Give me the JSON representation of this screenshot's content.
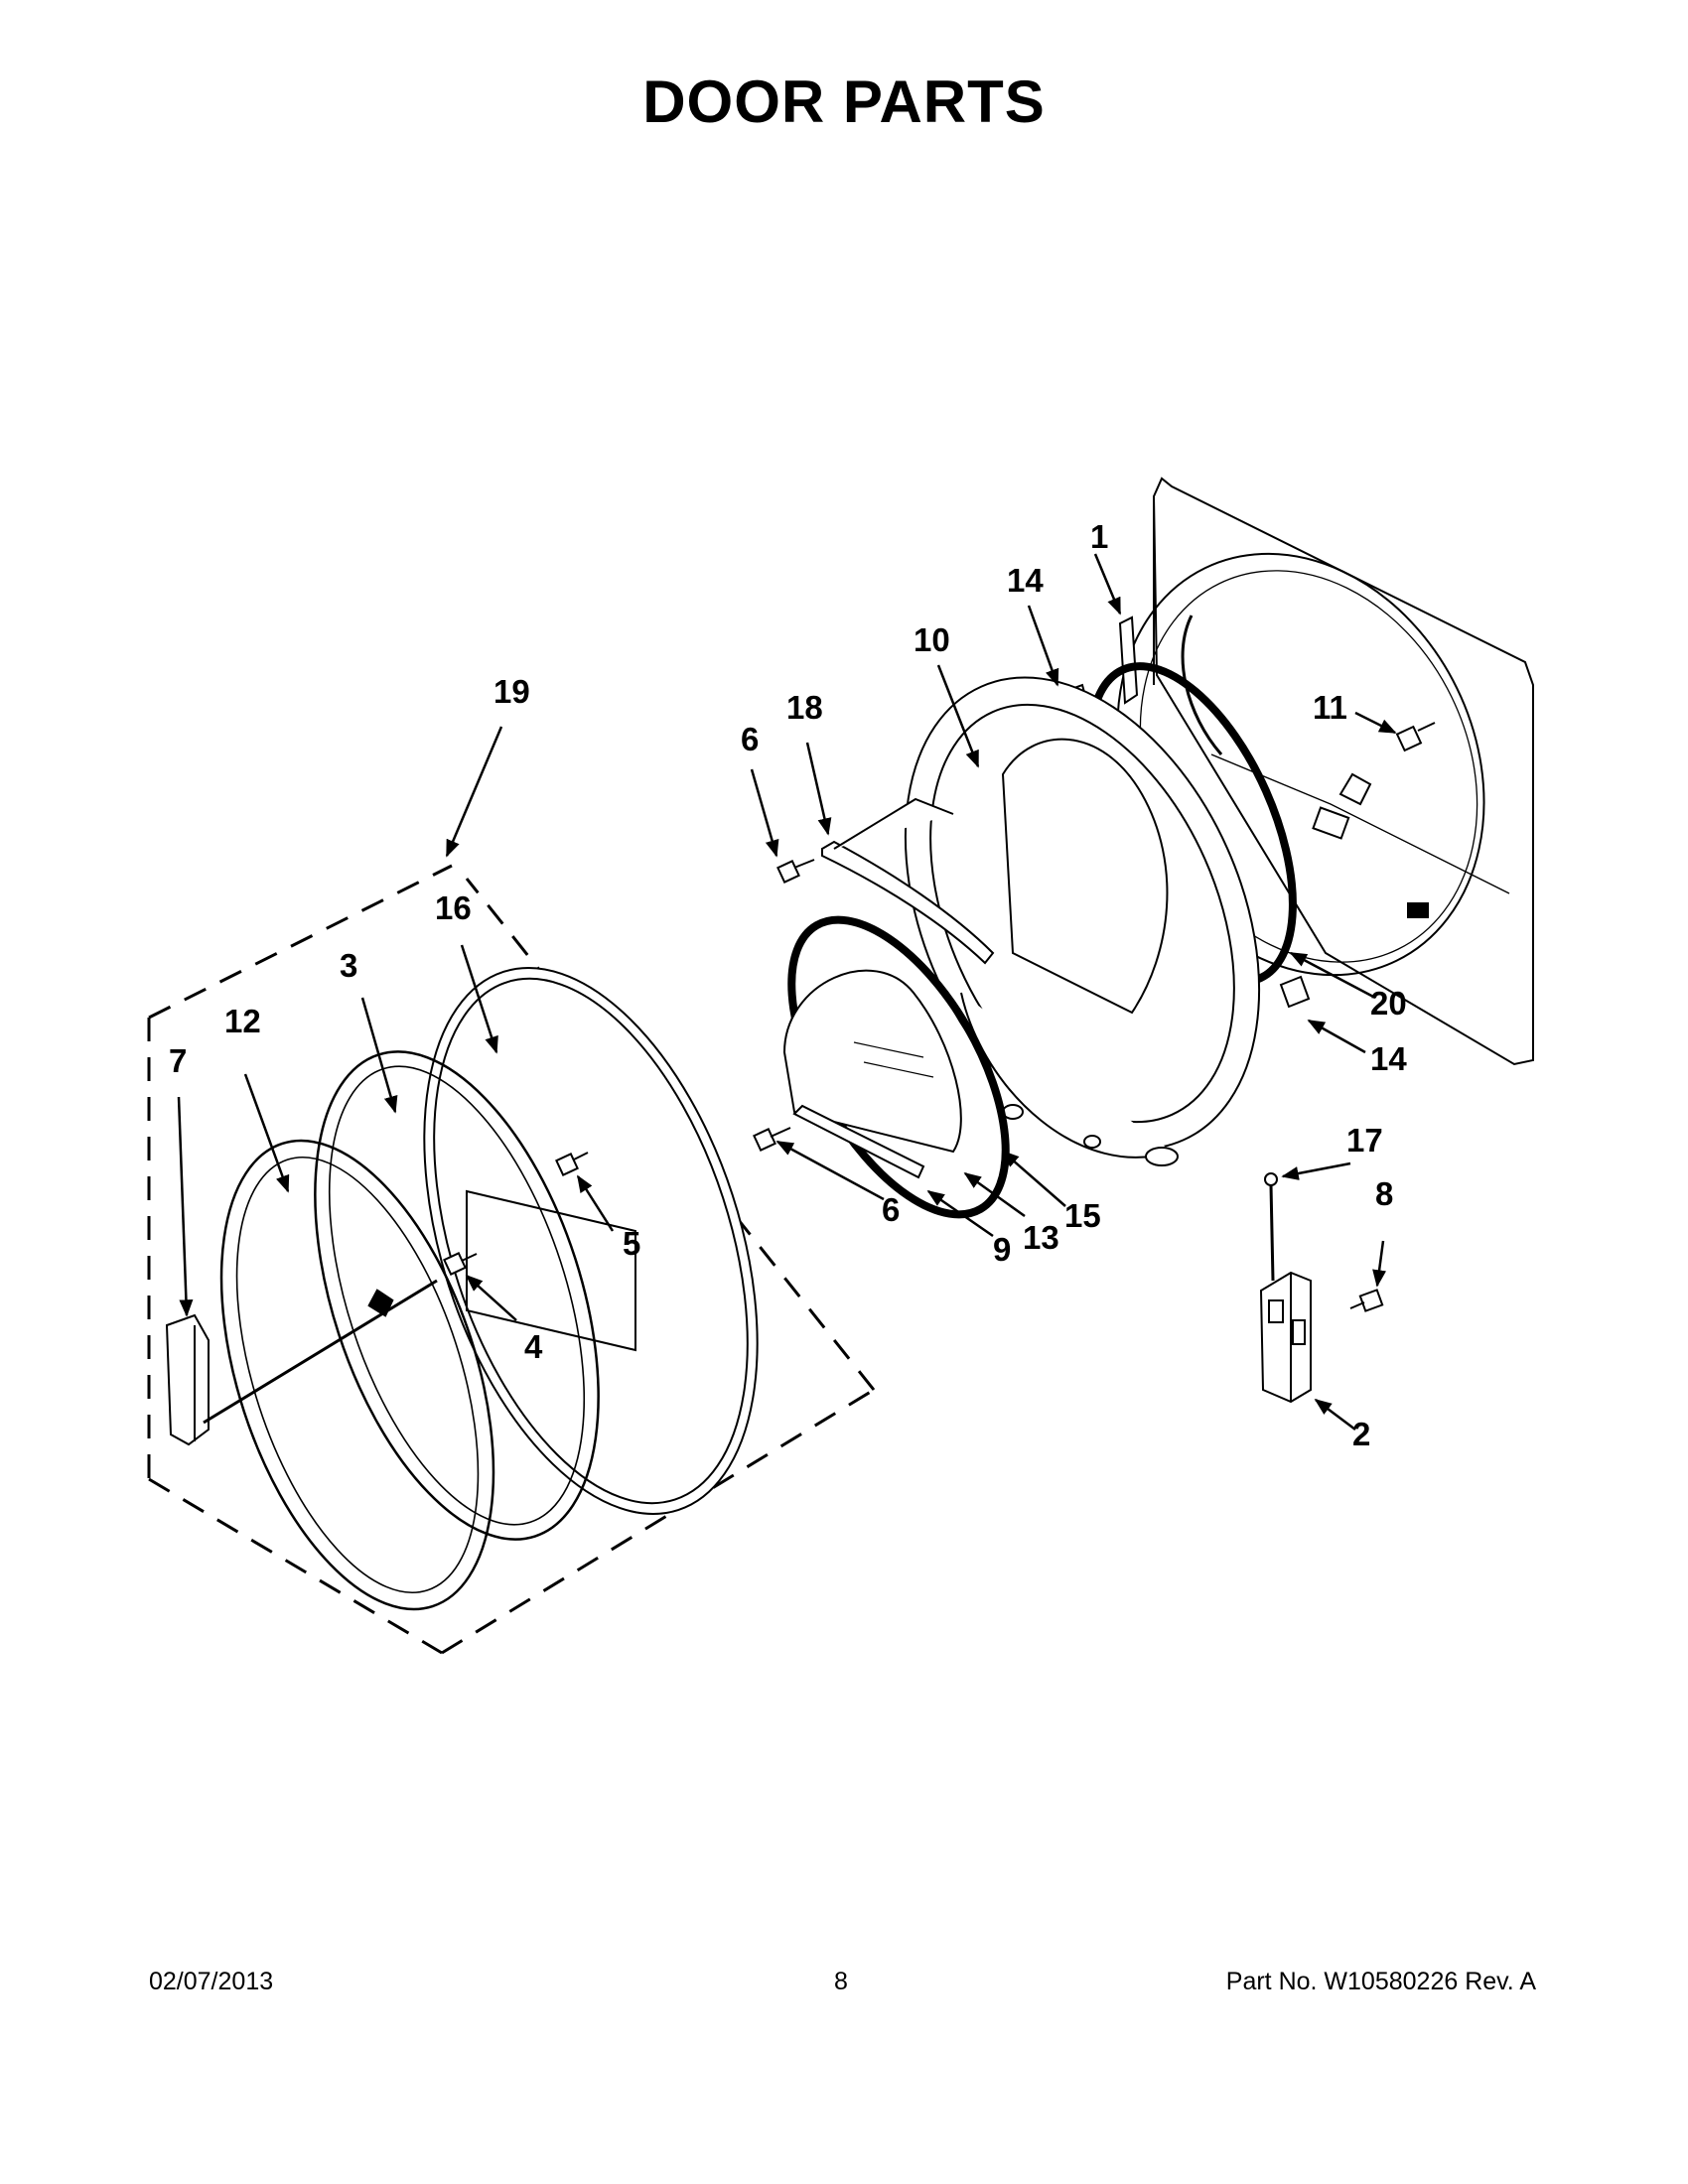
{
  "title": "DOOR PARTS",
  "callouts": {
    "c1": "1",
    "c2": "2",
    "c3": "3",
    "c4": "4",
    "c5": "5",
    "c6a": "6",
    "c6b": "6",
    "c7": "7",
    "c8": "8",
    "c9": "9",
    "c10": "10",
    "c11": "11",
    "c12": "12",
    "c13": "13",
    "c14a": "14",
    "c14b": "14",
    "c15": "15",
    "c16": "16",
    "c17": "17",
    "c18": "18",
    "c19": "19",
    "c20": "20"
  },
  "footer": {
    "date": "02/07/2013",
    "page": "8",
    "part_no": "Part No.  W10580226  Rev.  A"
  }
}
